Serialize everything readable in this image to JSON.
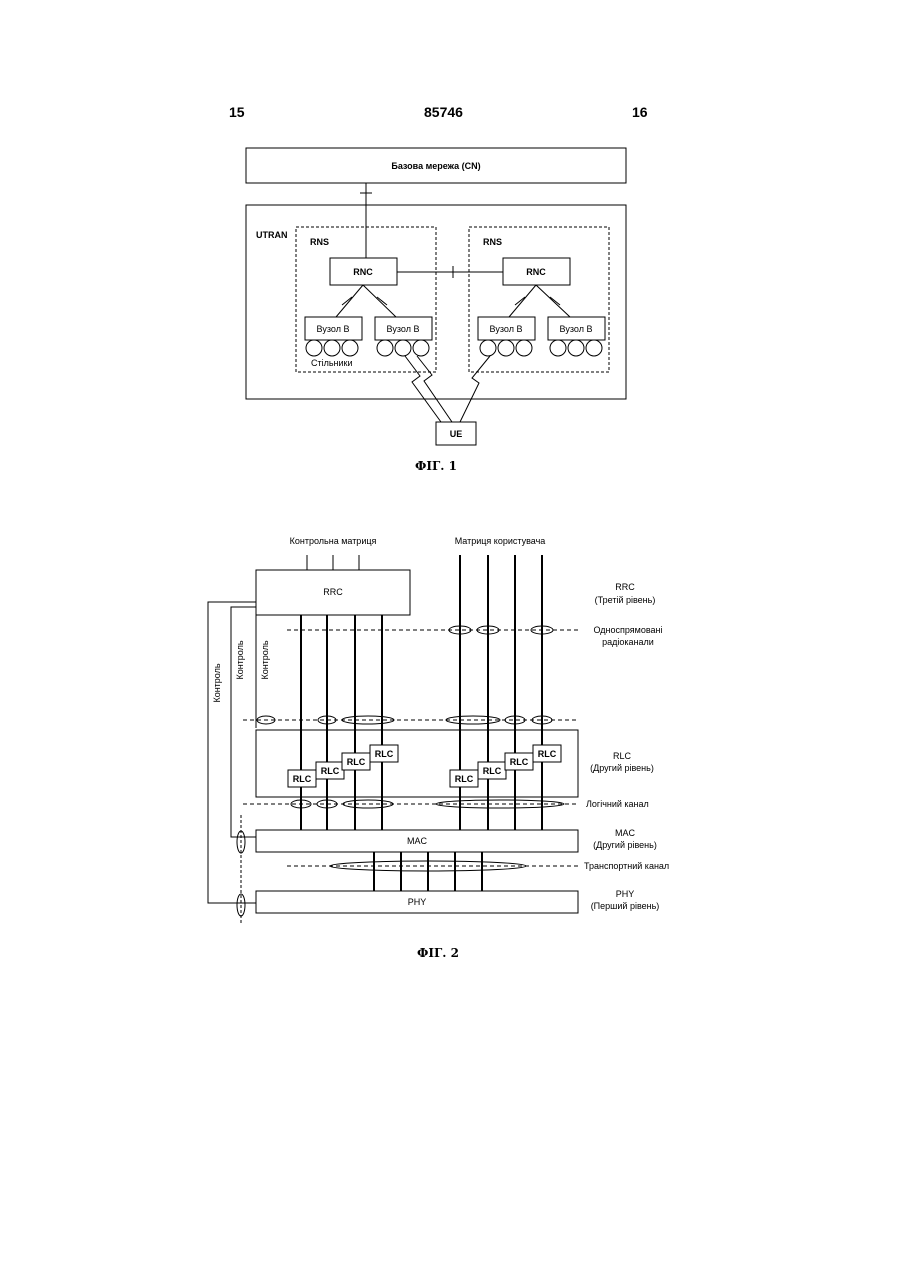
{
  "header": {
    "left_page": "15",
    "patent_number": "85746",
    "right_page": "16"
  },
  "fig1": {
    "core_network": "Базова мережа (CN)",
    "utran": "UTRAN",
    "rns_left": "RNS",
    "rns_right": "RNS",
    "rnc_left": "RNC",
    "rnc_right": "RNC",
    "node_b_1": "Вузол В",
    "node_b_2": "Вузол В",
    "node_b_3": "Вузол В",
    "node_b_4": "Вузол В",
    "cells": "Стільники",
    "ue": "UE",
    "caption": "ФІГ. 1"
  },
  "fig2": {
    "control_plane": "Контрольна матриця",
    "user_plane": "Матриця користувача",
    "rrc_box": "RRC",
    "mac_box": "MAC",
    "phy_box": "PHY",
    "rlc": [
      "RLC",
      "RLC",
      "RLC",
      "RLC",
      "RLC",
      "RLC",
      "RLC",
      "RLC"
    ],
    "control_1": "Контроль",
    "control_2": "Контроль",
    "control_3": "Контроль",
    "rrc_layer": "RRC",
    "rrc_layer_sub": "(Третій рівень)",
    "radio_bearers_1": "Односпрямовані",
    "radio_bearers_2": "радіоканали",
    "rlc_layer": "RLC",
    "rlc_layer_sub": "(Другий рівень)",
    "logical_channel": "Логічний канал",
    "mac_layer": "MAC",
    "mac_layer_sub": "(Другий рівень)",
    "transport_channel": "Транспортний канал",
    "phy_layer": "PHY",
    "phy_layer_sub": "(Перший рівень)",
    "caption": "ФІГ. 2"
  }
}
